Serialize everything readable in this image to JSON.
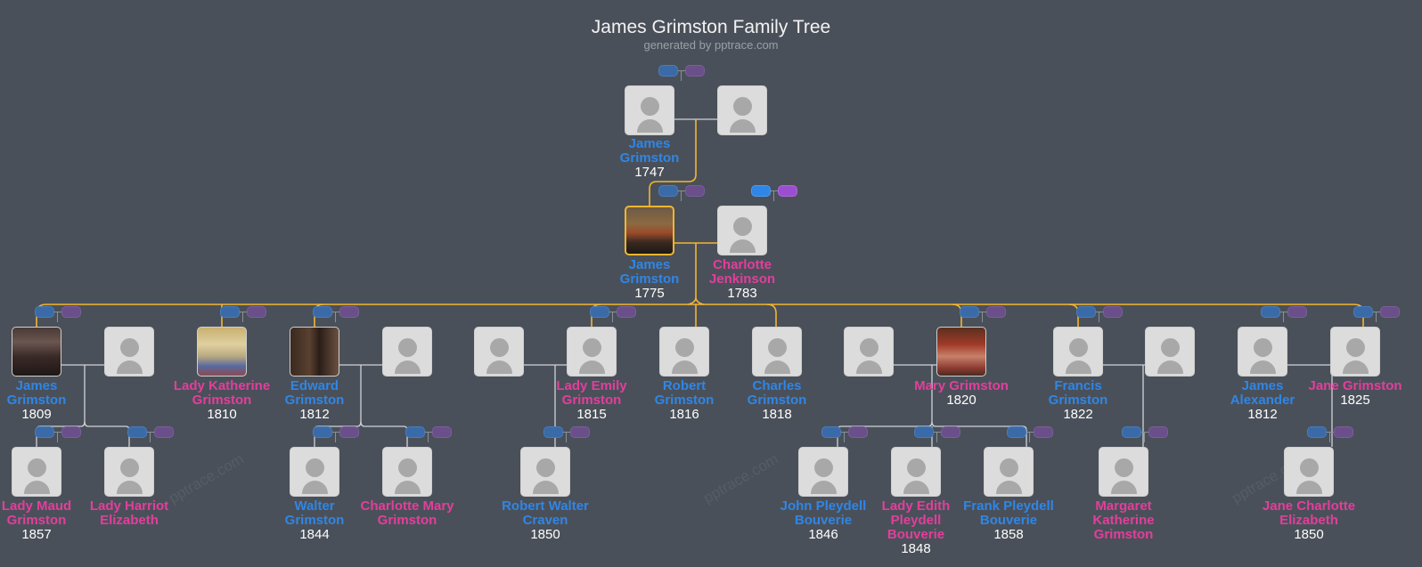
{
  "header": {
    "title": "James Grimston Family Tree",
    "subtitle": "generated by pptrace.com"
  },
  "watermark": "pptrace.com",
  "colors": {
    "background": "#4a5059",
    "male": "#2f86e6",
    "female": "#e33e9c",
    "ancestor_line": "#f2b630",
    "family_line": "#d0d3d8",
    "node_bg": "#dcdcdc",
    "pill_blue": "#3a6ba8",
    "pill_purple": "#6a4f8a"
  },
  "people": {
    "g0_james": {
      "name": "James Grimston",
      "year": "1747",
      "gender": "male",
      "icon": "person-placeholder-icon"
    },
    "g0_spouse": {
      "name": "",
      "year": "",
      "icon": "person-placeholder-icon"
    },
    "g1_james": {
      "name": "James Grimston",
      "year": "1775",
      "gender": "male",
      "icon": "portrait-photo",
      "selected": true
    },
    "g1_charlotte": {
      "name": "Charlotte Jenkinson",
      "year": "1783",
      "gender": "female",
      "icon": "person-placeholder-icon"
    },
    "g2_james": {
      "name": "James Grimston",
      "year": "1809",
      "gender": "male",
      "icon": "portrait-photo"
    },
    "g2_james_spouse": {
      "name": "",
      "year": ""
    },
    "g2_katherine": {
      "name": "Lady Katherine Grimston",
      "year": "1810",
      "gender": "female",
      "icon": "portrait-photo"
    },
    "g2_edward": {
      "name": "Edward Grimston",
      "year": "1812",
      "gender": "male",
      "icon": "portrait-photo"
    },
    "g2_edward_spouse": {
      "name": "",
      "year": ""
    },
    "g2_emily_spouse": {
      "name": "",
      "year": ""
    },
    "g2_emily": {
      "name": "Lady Emily Grimston",
      "year": "1815",
      "gender": "female"
    },
    "g2_robert": {
      "name": "Robert Grimston",
      "year": "1816",
      "gender": "male"
    },
    "g2_charles": {
      "name": "Charles Grimston",
      "year": "1818",
      "gender": "male"
    },
    "g2_mary_spouse": {
      "name": "",
      "year": ""
    },
    "g2_mary": {
      "name": "Mary Grimston",
      "year": "1820",
      "gender": "female",
      "icon": "portrait-photo"
    },
    "g2_francis": {
      "name": "Francis Grimston",
      "year": "1822",
      "gender": "male"
    },
    "g2_francis_spouse": {
      "name": "",
      "year": ""
    },
    "g2_james_alexander": {
      "name": "James Alexander",
      "year": "1812",
      "gender": "male"
    },
    "g2_jane": {
      "name": "Jane Grimston",
      "year": "1825",
      "gender": "female"
    },
    "g3_maud": {
      "name": "Lady Maud Grimston",
      "year": "1857",
      "gender": "female"
    },
    "g3_harriot": {
      "name": "Lady Harriot Elizabeth",
      "year": "",
      "gender": "female"
    },
    "g3_walter": {
      "name": "Walter Grimston",
      "year": "1844",
      "gender": "male"
    },
    "g3_charlotte_mary": {
      "name": "Charlotte Mary Grimston",
      "year": "",
      "gender": "female"
    },
    "g3_robert_walter": {
      "name": "Robert Walter Craven",
      "year": "1850",
      "gender": "male"
    },
    "g3_john": {
      "name": "John Pleydell Bouverie",
      "year": "1846",
      "gender": "male"
    },
    "g3_edith": {
      "name": "Lady Edith Pleydell Bouverie",
      "year": "1848",
      "gender": "female"
    },
    "g3_frank": {
      "name": "Frank Pleydell Bouverie",
      "year": "1858",
      "gender": "male"
    },
    "g3_margaret": {
      "name": "Margaret Katherine Grimston",
      "year": "",
      "gender": "female"
    },
    "g3_jane_charlotte": {
      "name": "Jane Charlotte Elizabeth",
      "year": "1850",
      "gender": "female"
    }
  },
  "node_controls": {
    "expand_parents_label": "",
    "expand_spouse_label": ""
  }
}
